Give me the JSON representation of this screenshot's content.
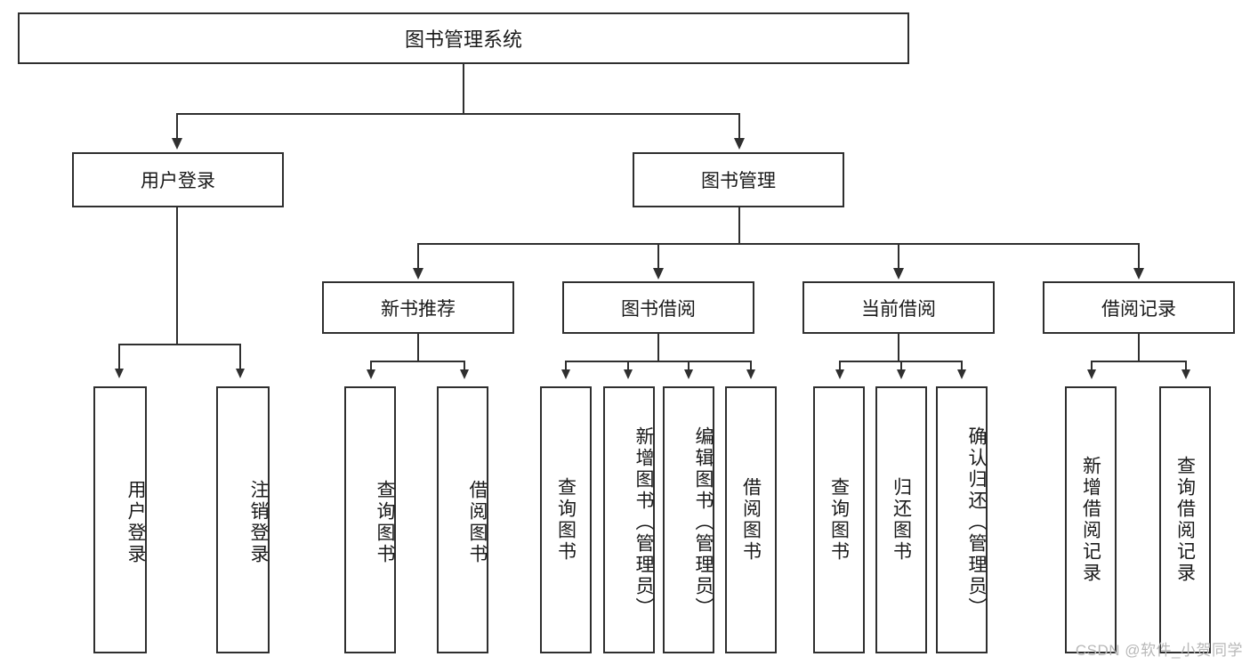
{
  "diagram": {
    "type": "tree-hierarchy-chart",
    "title": "图书管理系统",
    "watermark": "CSDN @软件_小贺同学",
    "colors": {
      "stroke": "#2f2f2f",
      "fill": "#ffffff",
      "text": "#1a1a1a",
      "watermark": "#b8b8b8"
    },
    "root": {
      "label": "图书管理系统"
    },
    "level1": [
      {
        "label": "用户登录"
      },
      {
        "label": "图书管理"
      }
    ],
    "level2": [
      {
        "label": "新书推荐"
      },
      {
        "label": "图书借阅"
      },
      {
        "label": "当前借阅"
      },
      {
        "label": "借阅记录"
      }
    ],
    "leaves": {
      "user_login": [
        {
          "label": "用户登录"
        },
        {
          "label": "注销登录"
        }
      ],
      "new_book_recommend": [
        {
          "label": "查询图书"
        },
        {
          "label": "借阅图书"
        }
      ],
      "book_borrow": [
        {
          "label": "查询图书"
        },
        {
          "label": "新增图书（管理员）"
        },
        {
          "label": "编辑图书（管理员）"
        },
        {
          "label": "借阅图书"
        }
      ],
      "current_borrow": [
        {
          "label": "查询图书"
        },
        {
          "label": "归还图书"
        },
        {
          "label": "确认归还（管理员）"
        }
      ],
      "borrow_record": [
        {
          "label": "新增借阅记录"
        },
        {
          "label": "查询借阅记录"
        }
      ]
    }
  }
}
